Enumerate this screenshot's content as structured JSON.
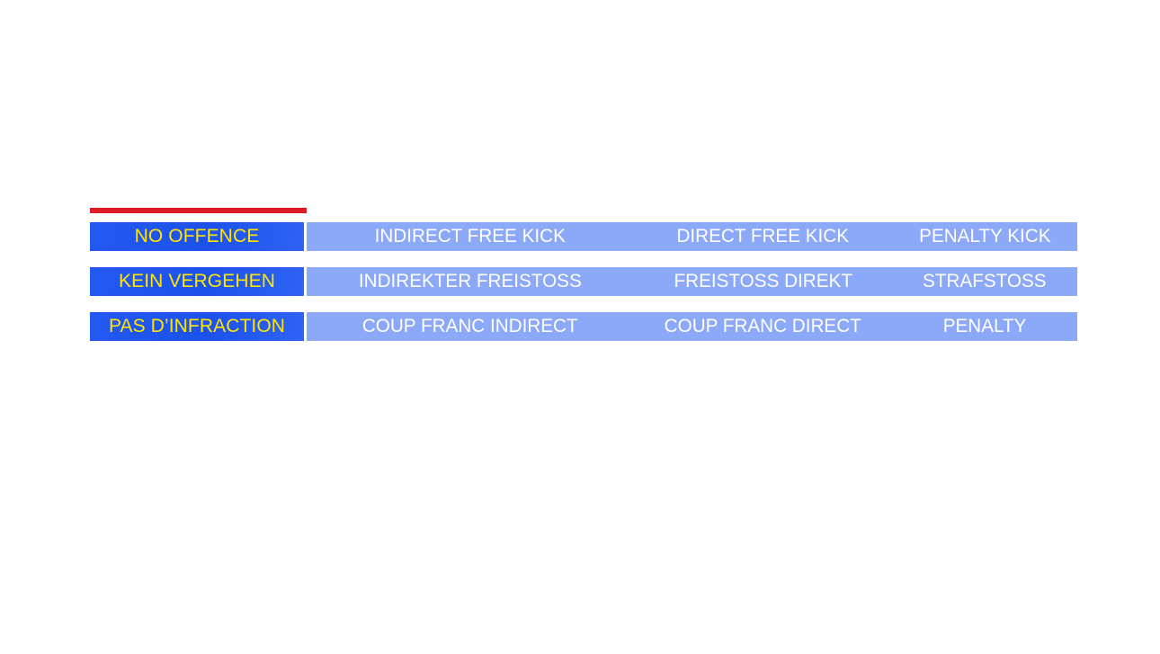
{
  "slide": {
    "accent_color": "#DE1B24",
    "offence_cell_color": "#2358F2",
    "offence_text_color": "#FFE500",
    "sanction_cell_color": "#8CA8F8",
    "sanction_text_color": "#FFFFFF"
  },
  "table": {
    "rows": [
      {
        "language": "english",
        "offence": "NO OFFENCE",
        "sanctions": [
          "INDIRECT FREE KICK",
          "DIRECT FREE KICK",
          "PENALTY KICK"
        ]
      },
      {
        "language": "german",
        "offence": "KEIN VERGEHEN",
        "sanctions": [
          "INDIREKTER FREISTOSS",
          "FREISTOSS DIREKT",
          "STRAFSTOSS"
        ]
      },
      {
        "language": "french",
        "offence": "PAS D’INFRACTION",
        "sanctions": [
          "COUP FRANC INDIRECT",
          "COUP FRANC DIRECT",
          "PENALTY"
        ]
      }
    ]
  }
}
